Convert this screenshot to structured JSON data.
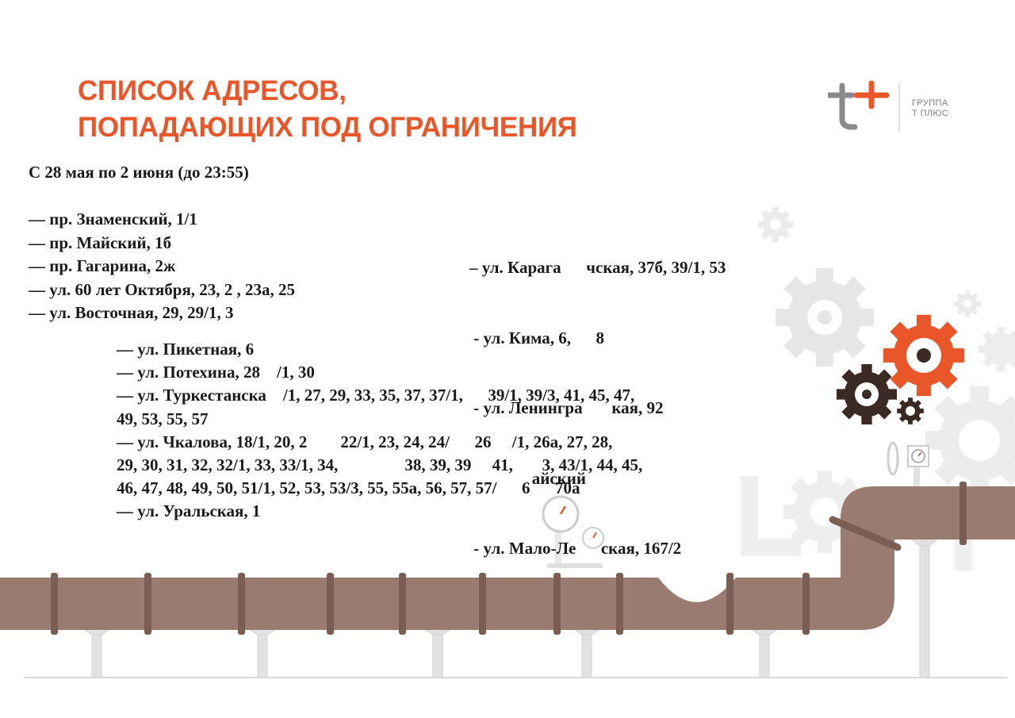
{
  "header": {
    "title_lines": [
      "СПИСОК АДРЕСОВ,",
      "ПОПАДАЮЩИХ ПОД ОГРАНИЧЕНИЯ"
    ],
    "brand_lines": [
      "ГРУППА",
      "Т ПЛЮС"
    ]
  },
  "period": "С 28 мая по 2 июня (до 23:55)",
  "addresses_left": [
    "— пр. Знаменский, 1/1",
    "— пр. Майский, 1б",
    "— пр. Гагарина, 2ж",
    "— ул. 60 лет Октября, 23, 2    , 23а, 25",
    "— ул. Восточная, 29, 29/1, 3"
  ],
  "addresses_right": [
    "– ул. Карага      чская, 37б, 39/1, 53",
    " - ул. Кима, 6,      8",
    " - ул. Ленингра       кая, 92",
    "               айский",
    " - ул. Мало-Ле      ская, 167/2"
  ],
  "addresses_lower": [
    "— ул. Пикетная, 6",
    "— ул. Потехина, 28    /1, 30",
    "— ул. Туркестанска    /1, 27, 29, 33, 35, 37, 37/1,      39/1, 39/3, 41, 45, 47,",
    "49, 53, 55, 57",
    "— ул. Чкалова, 18/1, 20, 2        22/1, 23, 24, 24/      26     /1, 26а, 27, 28,",
    "29, 30, 31, 32, 32/1, 33, 33/1, 34,                38, 39, 39     41,       3, 43/1, 44, 45,",
    "46, 47, 48, 49, 50, 51/1, 52, 53, 53/3, 55, 55а, 56, 57, 57/      6      70а",
    "— ул. Уральская, 1"
  ],
  "colors": {
    "accent": "#e8562a",
    "pipe": "#9a7b70",
    "pipe_dark": "#7a5d53",
    "gear_light": "#e6e6e6",
    "gear_dark": "#3b2a24",
    "text": "#1a1a1a",
    "brand_gray": "#7d7d7d"
  },
  "icons": [
    "brand-logo-icon",
    "gear-icon",
    "pressure-gauge-icon",
    "valve-wheel-icon",
    "pipeline-illustration"
  ]
}
